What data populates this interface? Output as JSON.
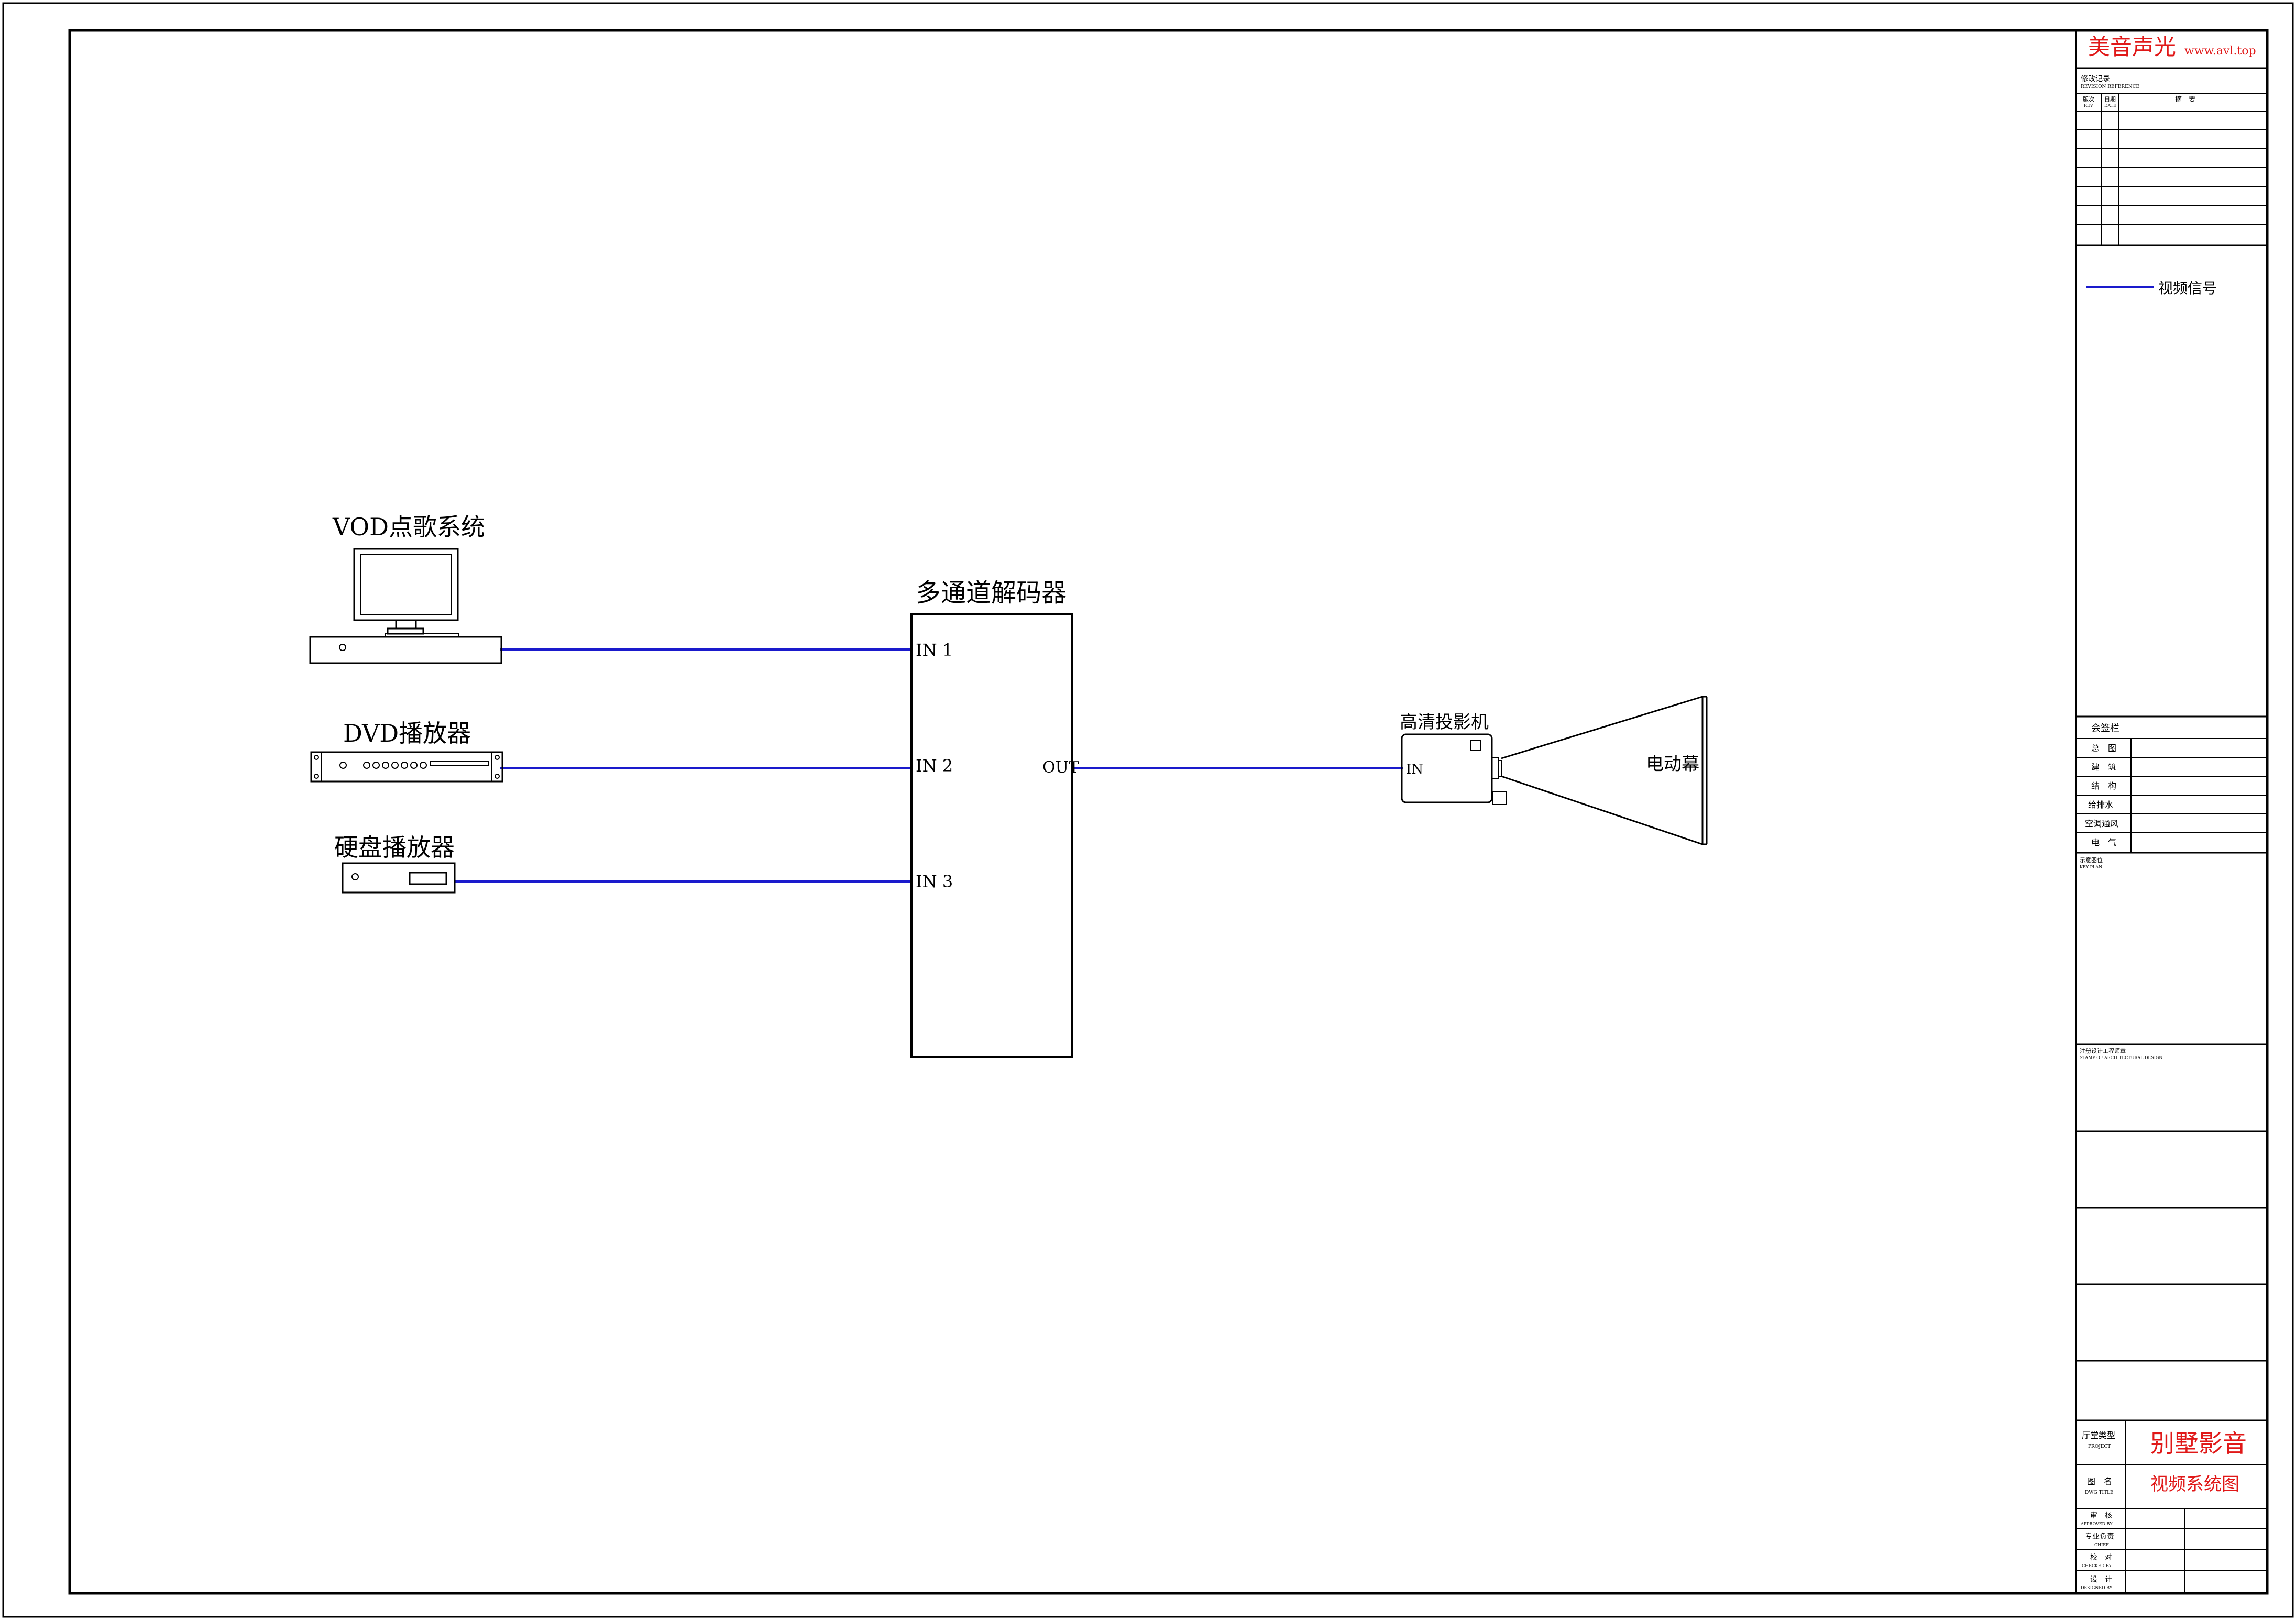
{
  "devices": {
    "vod": "VOD点歌系统",
    "dvd": "DVD播放器",
    "hdd": "硬盘播放器",
    "decoder": "多通道解码器",
    "projector": "高清投影机",
    "screen": "电动幕"
  },
  "ports": {
    "in1": "IN 1",
    "in2": "IN 2",
    "in3": "IN 3",
    "out": "OUT",
    "projector_in": "IN"
  },
  "title_block": {
    "company": "美音声光",
    "website": "www.avl.top",
    "revision_title": "修改记录",
    "revision_title_en": "REVISION REFERENCE",
    "rev": "版次",
    "rev_en": "REV",
    "date": "日期",
    "date_en": "DATE",
    "summary": "摘　要",
    "legend_label": "视频信号",
    "signoff_title": "会签栏",
    "disciplines": [
      "总　图",
      "建　筑",
      "结　构",
      "给排水",
      "空调通风",
      "电　气"
    ],
    "key_plan": "示意图位",
    "key_plan_en": "KEY PLAN",
    "stamp": "注册设计工程师章",
    "stamp_en": "STAMP OF ARCHITECTURAL DESIGN",
    "project_type": "厅堂类型",
    "project_type_en": "PROJECT",
    "project_value": "别墅影音",
    "drawing_title": "图　名",
    "drawing_title_en": "DWG TITLE",
    "drawing_value": "视频系统图",
    "approved": "审　核",
    "approved_en": "APPROVED BY",
    "chief": "专业负责",
    "chief_en": "CHIEF",
    "checked": "校　对",
    "checked_en": "CHECKED BY",
    "designed": "设　计",
    "designed_en": "DESIGNED BY"
  },
  "colors": {
    "signal": "#1a1acc",
    "accent": "#e01818"
  }
}
